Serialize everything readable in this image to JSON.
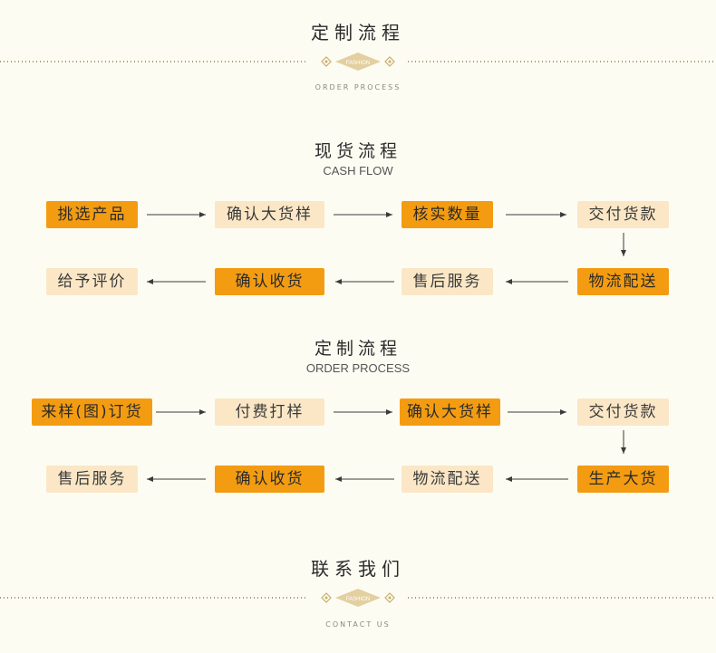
{
  "header": {
    "title": "定制流程",
    "badge": "FASHION",
    "subtitle": "ORDER PROCESS"
  },
  "cash_flow": {
    "title": "现货流程",
    "subtitle": "CASH FLOW",
    "row1": [
      "挑选产品",
      "确认大货样",
      "核实数量",
      "交付货款"
    ],
    "row2": [
      "给予评价",
      "确认收货",
      "售后服务",
      "物流配送"
    ]
  },
  "custom_flow": {
    "title": "定制流程",
    "subtitle": "ORDER PROCESS",
    "row1": [
      "来样(图)订货",
      "付费打样",
      "确认大货样",
      "交付货款"
    ],
    "row2": [
      "售后服务",
      "确认收货",
      "物流配送",
      "生产大货"
    ]
  },
  "footer": {
    "title": "联系我们",
    "badge": "FASHION",
    "subtitle": "CONTACT US"
  },
  "colors": {
    "background": "#fdfcf2",
    "highlight_box": "#f39c12",
    "light_box": "#fbe7c6",
    "divider": "#8a7a55",
    "badge": "#e3cfa0"
  }
}
